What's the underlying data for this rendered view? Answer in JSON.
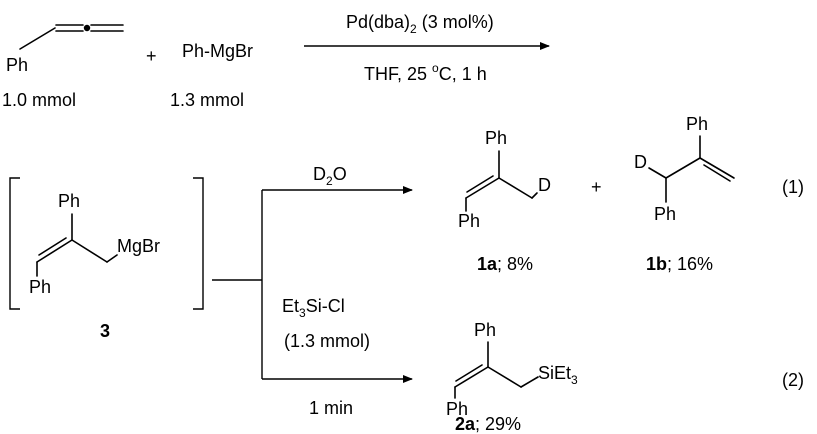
{
  "reaction1": {
    "allene_label": "Ph",
    "allene_amount": "1.0 mmol",
    "plus": "+",
    "reagent": "Ph-MgBr",
    "reagent_amount": "1.3 mmol",
    "catalyst": "Pd(dba)",
    "catalyst_sub": "2",
    "catalyst_loading": " (3 mol%)",
    "conditions": "THF, 25 ",
    "conditions_deg": "o",
    "conditions_tail": "C, 1 h"
  },
  "intermediate": {
    "ph_top": "Ph",
    "mgbr": "MgBr",
    "ph_bottom": "Ph",
    "label": "3"
  },
  "quench1": {
    "reagent": "D",
    "reagent_sub": "2",
    "reagent_tail": "O",
    "p1_ph_top": "Ph",
    "p1_d": "D",
    "p1_ph_bottom": "Ph",
    "p1_label": "1a",
    "p1_yield": "; 8%",
    "plus": "+",
    "p2_d": "D",
    "p2_ph_top": "Ph",
    "p2_ph_bottom": "Ph",
    "p2_label": "1b",
    "p2_yield": "; 16%",
    "eq": "(1)"
  },
  "quench2": {
    "reagent": "Et",
    "reagent_sub": "3",
    "reagent_tail": "Si-Cl",
    "amount": "(1.3 mmol)",
    "time": "1 min",
    "p_ph_top": "Ph",
    "p_group": "SiEt",
    "p_group_sub": "3",
    "p_ph_bottom": "Ph",
    "p_label": "2a",
    "p_yield": "; 29%",
    "eq": "(2)"
  }
}
